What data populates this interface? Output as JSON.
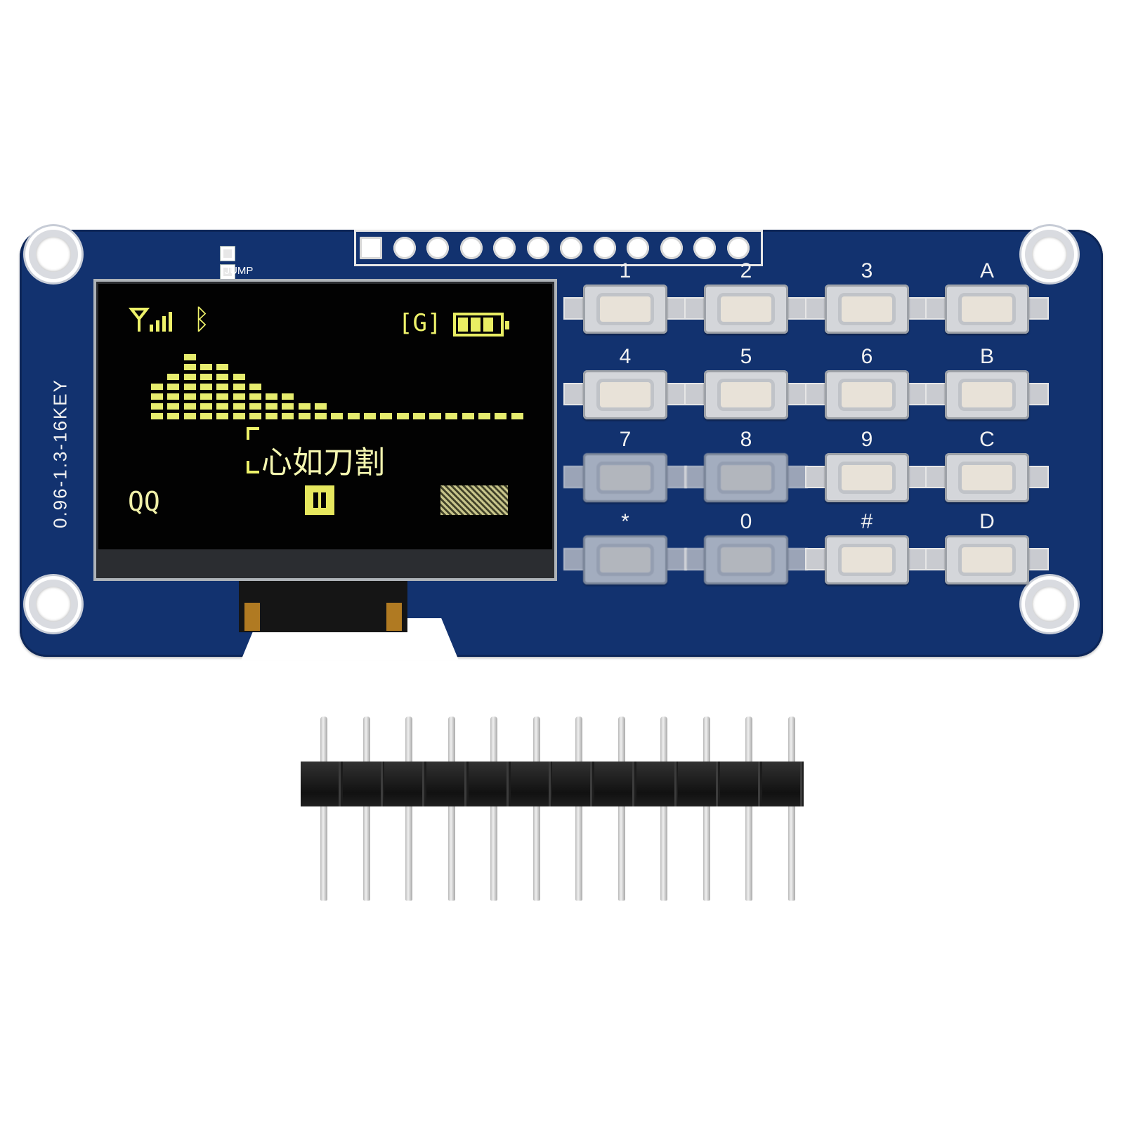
{
  "board": {
    "model_label": "0.96-1.3-16KEY",
    "jump_label": "JUMP"
  },
  "display": {
    "app_label": "QQ",
    "song_title": "心如刀割",
    "g_icon_text": "G",
    "bluetooth_glyph": "ᛒ",
    "battery_level": 1.0
  },
  "keypad": {
    "keys": [
      "1",
      "2",
      "3",
      "A",
      "4",
      "5",
      "6",
      "B",
      "7",
      "8",
      "9",
      "C",
      "*",
      "0",
      "#",
      "D"
    ]
  },
  "header": {
    "pin_count": 12
  },
  "colors": {
    "pcb": "#12326f",
    "oled_text": "#eef26a"
  }
}
